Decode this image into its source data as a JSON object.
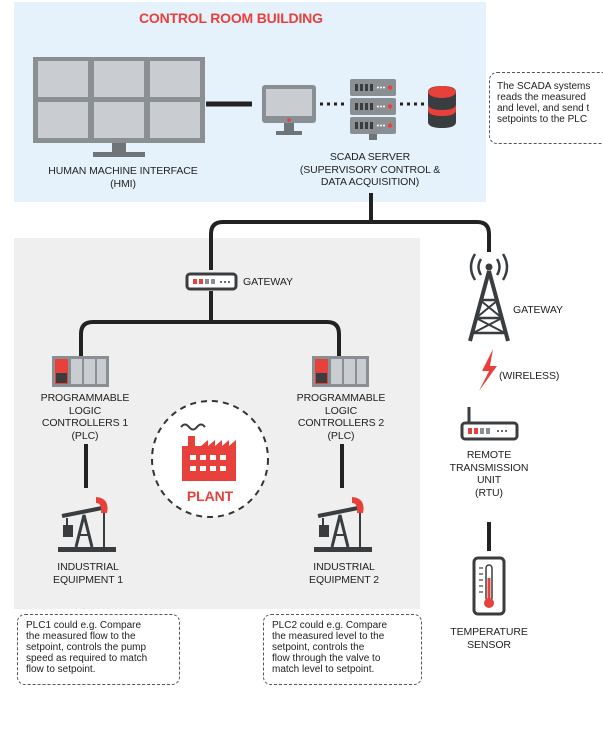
{
  "control_room": {
    "title": "CONTROL ROOM BUILDING",
    "hmi_label": "HUMAN MACHINE INTERFACE (HMI)",
    "hmi_lines": [
      "HUMAN MACHINE INTERFACE",
      "(HMI)"
    ],
    "scada_lines": [
      "SCADA SERVER",
      "(SUPERVISORY CONTROL &",
      "DATA ACQUISITION)"
    ],
    "note_lines": [
      "The SCADA systems",
      "reads the measured",
      "and level, and send t",
      "setpoints to the PLC"
    ]
  },
  "plant_area": {
    "gateway_label": "GATEWAY",
    "plc1_lines": [
      "PROGRAMMABLE",
      "LOGIC",
      "CONTROLLERS 1",
      "(PLC)"
    ],
    "plc2_lines": [
      "PROGRAMMABLE",
      "LOGIC",
      "CONTROLLERS 2",
      "(PLC)"
    ],
    "plant_label": "PLANT",
    "equip1_lines": [
      "INDUSTRIAL",
      "EQUIPMENT 1"
    ],
    "equip2_lines": [
      "INDUSTRIAL",
      "EQUIPMENT 2"
    ],
    "note1_lines": [
      "PLC1 could e.g. Compare",
      "the measured flow to the",
      "setpoint, controls the pump",
      "speed as required to match",
      "flow to setpoint."
    ],
    "note2_lines": [
      "PLC2 could e.g. Compare",
      "the measured level to the",
      "setpoint, controls the",
      "flow through the valve to",
      "match level to setpoint."
    ]
  },
  "remote": {
    "gateway_label": "GATEWAY",
    "wireless_label": "(WIRELESS)",
    "rtu_lines": [
      "REMOTE",
      "TRANSMISSION",
      "UNIT",
      "(RTU)"
    ],
    "sensor_lines": [
      "TEMPERATURE",
      "SENSOR"
    ]
  },
  "colors": {
    "accent": "#e8403b",
    "control_bg": "#e6f2fb",
    "plant_bg": "#efefef",
    "line": "#222222",
    "device_gray": "#8a8f94",
    "device_dark": "#3a3d40"
  }
}
